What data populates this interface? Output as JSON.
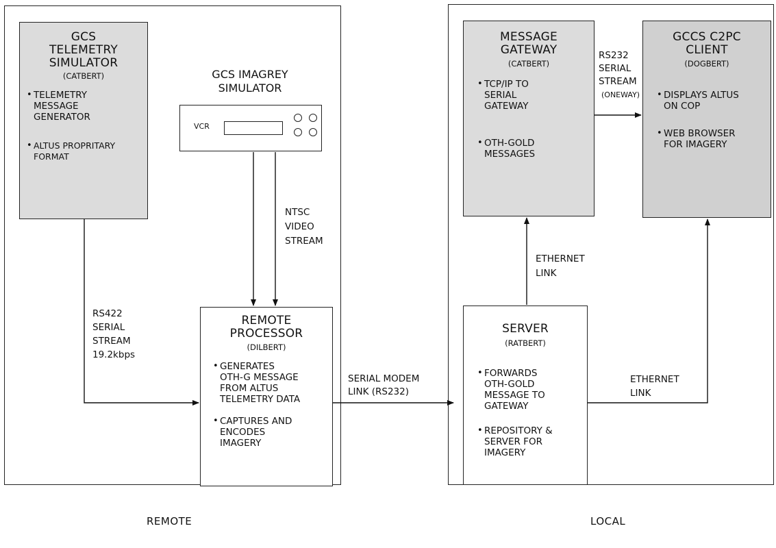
{
  "regions": {
    "remote": "REMOTE",
    "local": "LOCAL"
  },
  "telemetry_sim": {
    "title": [
      "GCS",
      "TELEMETRY",
      "SIMULATOR"
    ],
    "subtitle": "(CATBERT)",
    "bullets": [
      [
        "TELEMETRY",
        "MESSAGE",
        "GENERATOR"
      ],
      [
        "ALTUS PROPRITARY",
        "FORMAT"
      ]
    ]
  },
  "imagery_sim": {
    "title": [
      "GCS IMAGREY",
      "SIMULATOR"
    ],
    "device_label": "VCR"
  },
  "remote_processor": {
    "title": [
      "REMOTE",
      "PROCESSOR"
    ],
    "subtitle": "(DILBERT)",
    "bullets": [
      [
        "GENERATES",
        "OTH-G MESSAGE",
        "FROM ALTUS",
        "TELEMETRY DATA"
      ],
      [
        "CAPTURES AND",
        "ENCODES",
        "IMAGERY"
      ]
    ]
  },
  "message_gateway": {
    "title": [
      "MESSAGE",
      "GATEWAY"
    ],
    "subtitle": "(CATBERT)",
    "bullets": [
      [
        "TCP/IP TO",
        "SERIAL",
        "GATEWAY"
      ],
      [
        "OTH-GOLD",
        "MESSAGES"
      ]
    ]
  },
  "gccs_client": {
    "title": [
      "GCCS C2PC",
      "CLIENT"
    ],
    "subtitle": "(DOGBERT)",
    "bullets": [
      [
        "DISPLAYS ALTUS",
        "ON COP"
      ],
      [
        "WEB BROWSER",
        "FOR IMAGERY"
      ]
    ]
  },
  "server": {
    "title": "SERVER",
    "subtitle": "(RATBERT)",
    "bullets": [
      [
        "FORWARDS",
        "OTH-GOLD",
        "MESSAGE TO",
        "GATEWAY"
      ],
      [
        "REPOSITORY &",
        "SERVER FOR",
        "IMAGERY"
      ]
    ]
  },
  "links": {
    "ntsc": [
      "NTSC",
      "VIDEO",
      "STREAM"
    ],
    "rs422": [
      "RS422",
      "SERIAL",
      "STREAM",
      "19.2kbps"
    ],
    "serial_modem": [
      "SERIAL MODEM",
      "LINK (RS232)"
    ],
    "rs232": [
      "RS232",
      "SERIAL",
      "STREAM"
    ],
    "rs232_sub": "(ONEWAY)",
    "ethernet_up": [
      "ETHERNET",
      "LINK"
    ],
    "ethernet_right": [
      "ETHERNET",
      "LINK"
    ]
  }
}
